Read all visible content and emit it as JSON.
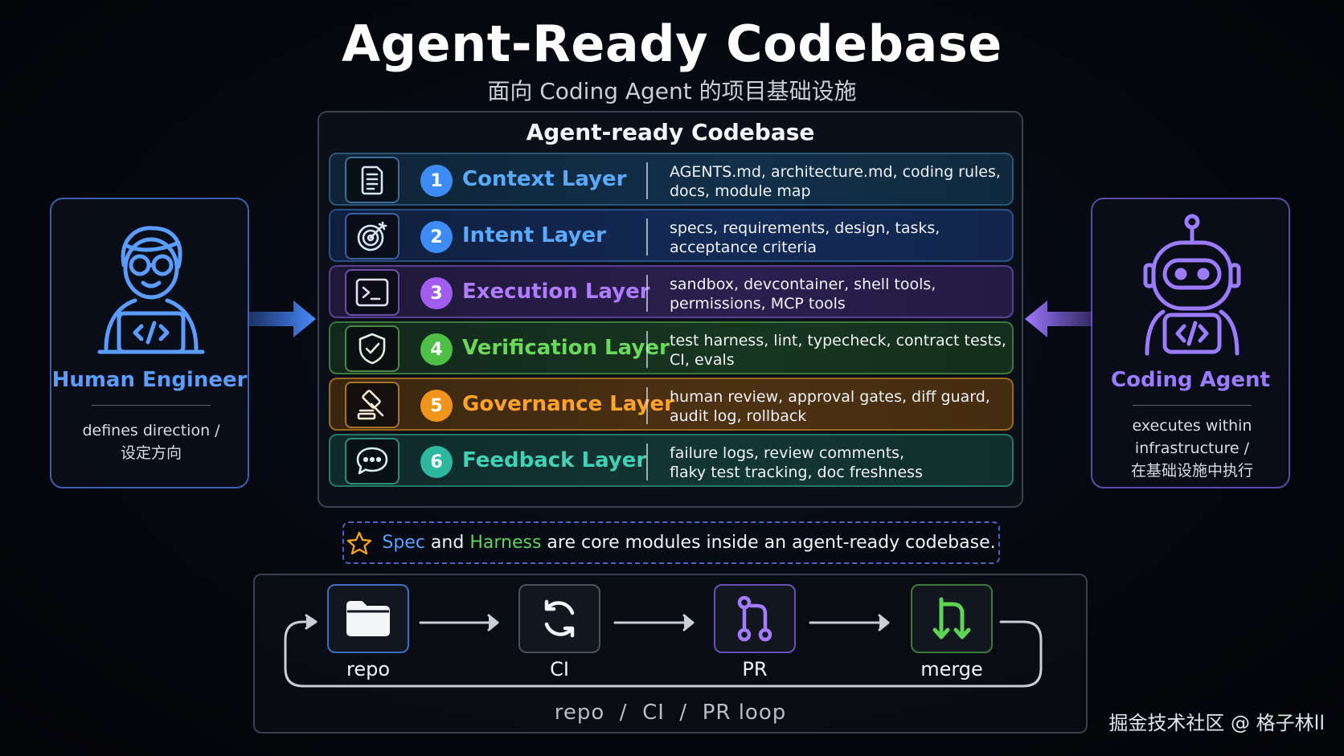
{
  "title": "Agent-Ready Codebase",
  "subtitle": "面向 Coding Agent 的项目基础设施",
  "panel": {
    "title": "Agent-ready Codebase",
    "layers": [
      {
        "num": "1",
        "name": "Context Layer",
        "desc1": "AGENTS.md, architecture.md, coding rules,",
        "desc2": "docs, module map",
        "icon": "document-icon",
        "color": "#4a9bff"
      },
      {
        "num": "2",
        "name": "Intent Layer",
        "desc1": "specs, requirements, design, tasks,",
        "desc2": "acceptance criteria",
        "icon": "target-icon",
        "color": "#4a9bff"
      },
      {
        "num": "3",
        "name": "Execution Layer",
        "desc1": "sandbox, devcontainer, shell tools,",
        "desc2": "permissions, MCP tools",
        "icon": "terminal-icon",
        "color": "#a46bf5"
      },
      {
        "num": "4",
        "name": "Verification Layer",
        "desc1": "test harness, lint, typecheck, contract tests,",
        "desc2": "CI, evals",
        "icon": "shield-check-icon",
        "color": "#56c84a"
      },
      {
        "num": "5",
        "name": "Governance Layer",
        "desc1": "human review, approval gates, diff guard,",
        "desc2": "audit log, rollback",
        "icon": "gavel-icon",
        "color": "#f29a1e"
      },
      {
        "num": "6",
        "name": "Feedback Layer",
        "desc1": "failure logs, review comments,",
        "desc2": "flaky test tracking, doc freshness",
        "icon": "chat-bubble-icon",
        "color": "#2fc1a8"
      }
    ]
  },
  "note": {
    "spec": "Spec",
    "and": " and ",
    "harness": "Harness",
    "rest": " are core modules inside an agent-ready codebase."
  },
  "human": {
    "name": "Human Engineer",
    "desc1": "defines direction /",
    "desc2": "设定方向",
    "color": "#5b9cff"
  },
  "agent": {
    "name": "Coding Agent",
    "desc1": "executes within",
    "desc2": "infrastructure /",
    "desc3": "在基础设施中执行",
    "color": "#9b7bff"
  },
  "loop": {
    "nodes": [
      "repo",
      "CI",
      "PR",
      "merge"
    ],
    "caption": "repo  /  CI  /  PR loop"
  },
  "watermark": "掘金技术社区 @ 格子林ll"
}
